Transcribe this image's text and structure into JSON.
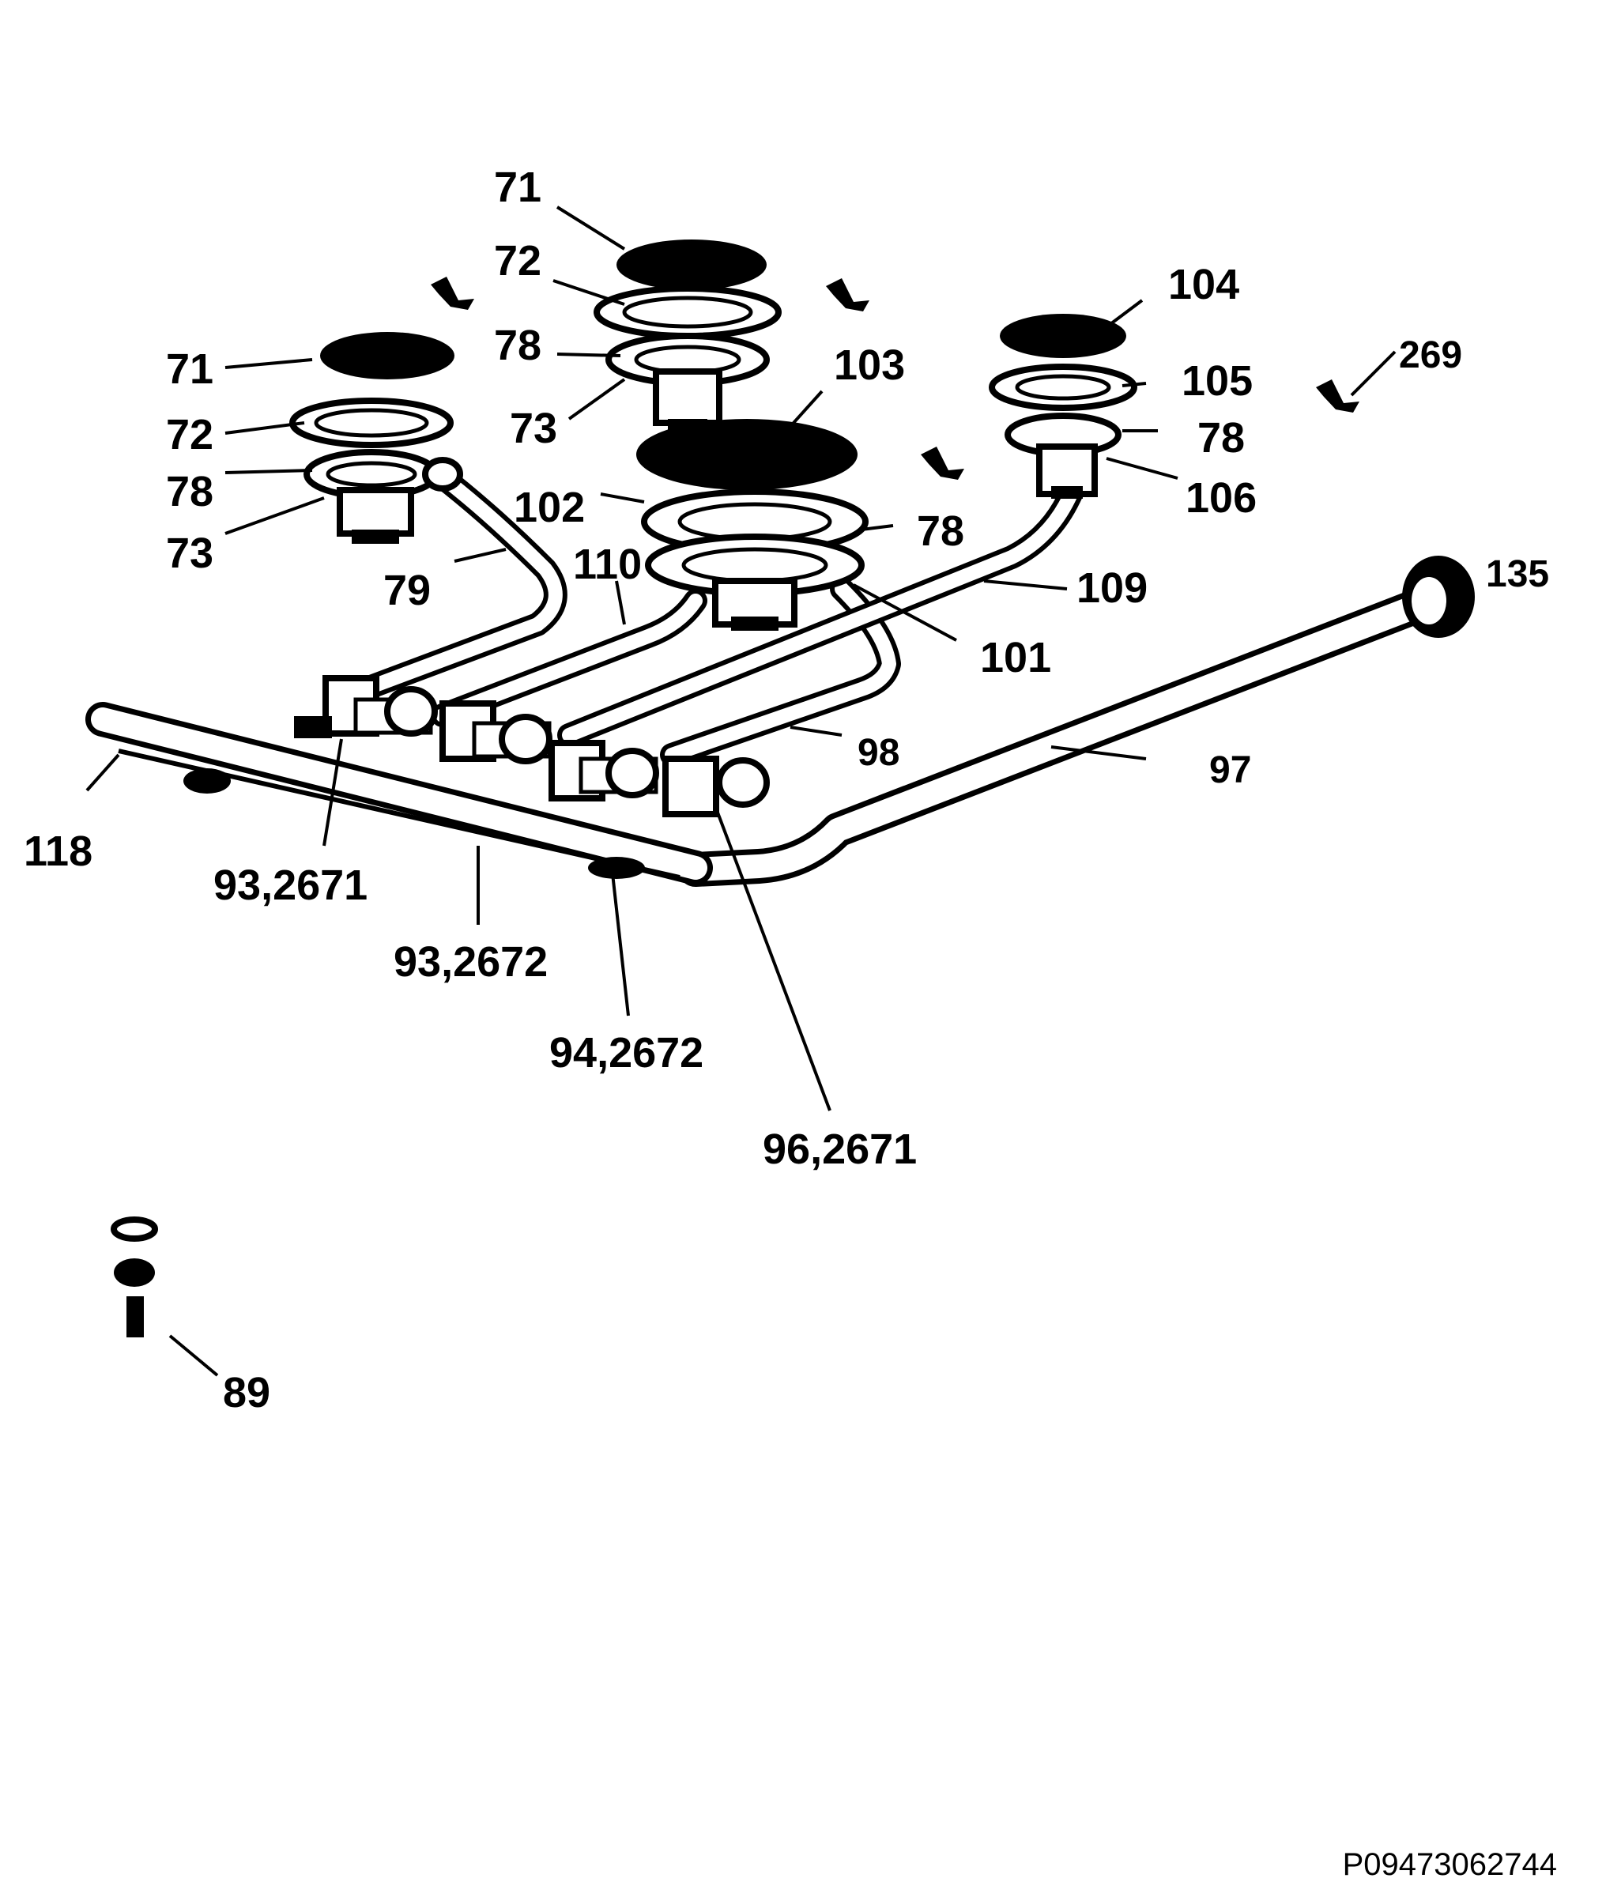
{
  "labels": {
    "l71a": "71",
    "l72a": "72",
    "l78a": "78",
    "l73a": "73",
    "l71b": "71",
    "l72b": "72",
    "l78b": "78",
    "l73b": "73",
    "l79": "79",
    "l102": "102",
    "l110": "110",
    "l103": "103",
    "l78c": "78",
    "l101": "101",
    "l104": "104",
    "l105": "105",
    "l78d": "78",
    "l106": "106",
    "l109": "109",
    "l269": "269",
    "l135": "135",
    "l98": "98",
    "l97": "97",
    "l118": "118",
    "l93_2671": "93,2671",
    "l93_2672": "93,2672",
    "l94_2672": "94,2672",
    "l96_2671": "96,2671",
    "l89": "89"
  },
  "footer": {
    "code": "P09473062744"
  },
  "icons": [
    "burner-cap-icon",
    "burner-head-icon",
    "gas-valve-icon",
    "clip-icon",
    "screw-icon"
  ]
}
